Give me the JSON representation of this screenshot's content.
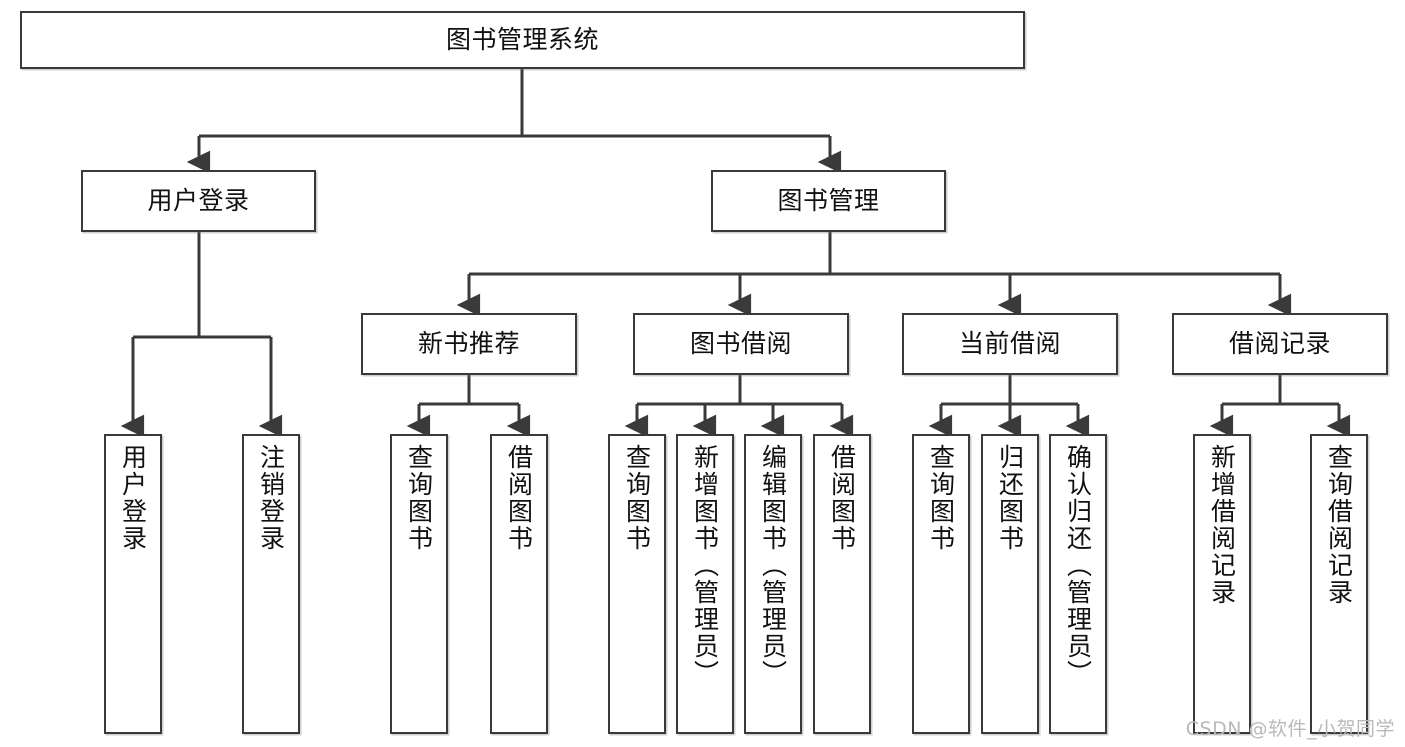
{
  "diagram": {
    "title": "图书管理系统",
    "watermark": "CSDN @软件_小贺同学",
    "line_color": "#3a3a3a",
    "box_fill": "#ffffff",
    "text_color": "#111111",
    "nodes": {
      "root": {
        "label": "图书管理系统"
      },
      "level2": [
        {
          "id": "user-login",
          "label": "用户登录"
        },
        {
          "id": "book-management",
          "label": "图书管理"
        }
      ],
      "level3": [
        {
          "id": "new-book-recommend",
          "label": "新书推荐"
        },
        {
          "id": "book-borrow",
          "label": "图书借阅"
        },
        {
          "id": "current-borrow",
          "label": "当前借阅"
        },
        {
          "id": "borrow-record",
          "label": "借阅记录"
        }
      ],
      "leaves": [
        {
          "id": "leaf-user-login",
          "label": "用户登录",
          "parent": "用户登录"
        },
        {
          "id": "leaf-logout-login",
          "label": "注销登录",
          "parent": "用户登录"
        },
        {
          "id": "leaf-query-book-1",
          "label": "查询图书",
          "parent": "新书推荐"
        },
        {
          "id": "leaf-borrow-book-1",
          "label": "借阅图书",
          "parent": "新书推荐"
        },
        {
          "id": "leaf-query-book-2",
          "label": "查询图书",
          "parent": "图书借阅"
        },
        {
          "id": "leaf-add-book",
          "label": "新增图书（管理员）",
          "parent": "图书借阅"
        },
        {
          "id": "leaf-edit-book",
          "label": "编辑图书（管理员）",
          "parent": "图书借阅"
        },
        {
          "id": "leaf-borrow-book-2",
          "label": "借阅图书",
          "parent": "图书借阅"
        },
        {
          "id": "leaf-query-book-3",
          "label": "查询图书",
          "parent": "当前借阅"
        },
        {
          "id": "leaf-return-book",
          "label": "归还图书",
          "parent": "当前借阅"
        },
        {
          "id": "leaf-confirm-return",
          "label": "确认归还（管理员）",
          "parent": "当前借阅"
        },
        {
          "id": "leaf-add-record",
          "label": "新增借阅记录",
          "parent": "借阅记录"
        },
        {
          "id": "leaf-query-record",
          "label": "查询借阅记录",
          "parent": "借阅记录"
        }
      ]
    }
  }
}
